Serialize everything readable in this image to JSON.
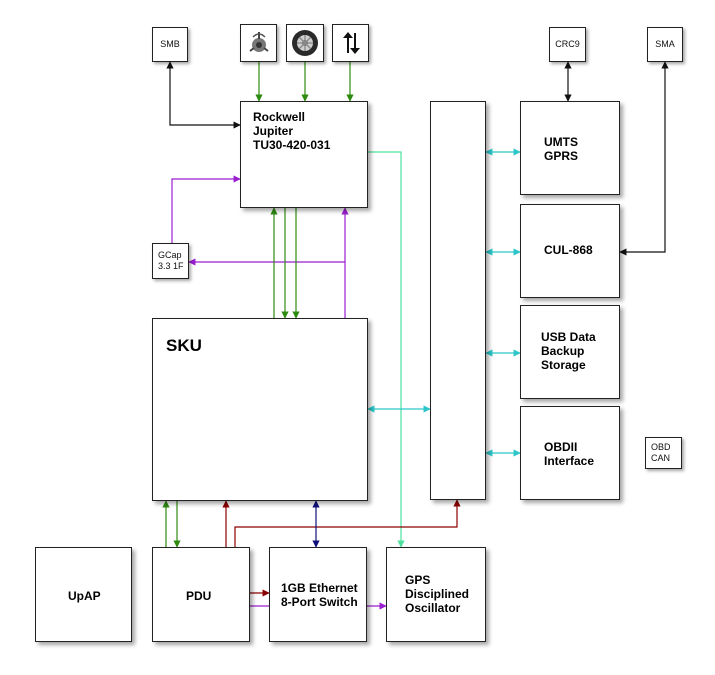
{
  "blocks": {
    "rockwell": "Rockwell\nJupiter\nTU30-420-031",
    "sku": "SKU",
    "umts": "UMTS\nGPRS",
    "cul": "CUL-868",
    "usb": "USB Data\nBackup\nStorage",
    "obdii": "OBDII\nInterface",
    "upap": "UpAP",
    "pdu": "PDU",
    "ethernet": "1GB Ethernet\n8-Port Switch",
    "gps": "GPS\nDisciplined\nOscillator"
  },
  "small_labels": {
    "smb": "SMB",
    "crc9": "CRC9",
    "sma": "SMA",
    "gcap": "GCap\n3.3 1F",
    "obd_can": "OBD\nCAN"
  },
  "icons": [
    "antenna-icon",
    "tire-icon",
    "up-down-arrows-icon"
  ],
  "colors": {
    "green": "#2e8b10",
    "purple": "#9b1fd0",
    "cyan": "#2cc6c9",
    "dark_red": "#8b0000",
    "navy": "#10107a",
    "black": "#111111",
    "mint": "#4ee1a0"
  }
}
